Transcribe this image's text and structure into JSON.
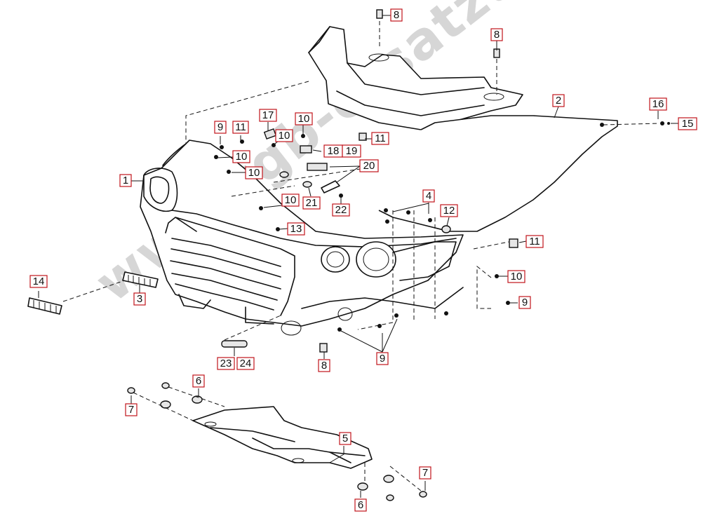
{
  "watermark": "www.tgb-ersatzteile.de",
  "callouts": [
    {
      "id": "c1",
      "text": "1"
    },
    {
      "id": "c2",
      "text": "2"
    },
    {
      "id": "c3",
      "text": "3"
    },
    {
      "id": "c4",
      "text": "4"
    },
    {
      "id": "c5",
      "text": "5"
    },
    {
      "id": "c6a",
      "text": "6"
    },
    {
      "id": "c6b",
      "text": "6"
    },
    {
      "id": "c7a",
      "text": "7"
    },
    {
      "id": "c7b",
      "text": "7"
    },
    {
      "id": "c8a",
      "text": "8"
    },
    {
      "id": "c8b",
      "text": "8"
    },
    {
      "id": "c8c",
      "text": "8"
    },
    {
      "id": "c9a",
      "text": "9"
    },
    {
      "id": "c9b",
      "text": "9"
    },
    {
      "id": "c9c",
      "text": "9"
    },
    {
      "id": "c10a",
      "text": "10"
    },
    {
      "id": "c10b",
      "text": "10"
    },
    {
      "id": "c10c",
      "text": "10"
    },
    {
      "id": "c10d",
      "text": "10"
    },
    {
      "id": "c10e",
      "text": "10"
    },
    {
      "id": "c10f",
      "text": "10"
    },
    {
      "id": "c11a",
      "text": "11"
    },
    {
      "id": "c11b",
      "text": "11"
    },
    {
      "id": "c11c",
      "text": "11"
    },
    {
      "id": "c12",
      "text": "12"
    },
    {
      "id": "c13",
      "text": "13"
    },
    {
      "id": "c14",
      "text": "14"
    },
    {
      "id": "c15",
      "text": "15"
    },
    {
      "id": "c16",
      "text": "16"
    },
    {
      "id": "c17",
      "text": "17"
    },
    {
      "id": "c18",
      "text": "18"
    },
    {
      "id": "c19",
      "text": "19"
    },
    {
      "id": "c20",
      "text": "20"
    },
    {
      "id": "c21",
      "text": "21"
    },
    {
      "id": "c22",
      "text": "22"
    },
    {
      "id": "c23",
      "text": "23"
    },
    {
      "id": "c24",
      "text": "24"
    }
  ]
}
